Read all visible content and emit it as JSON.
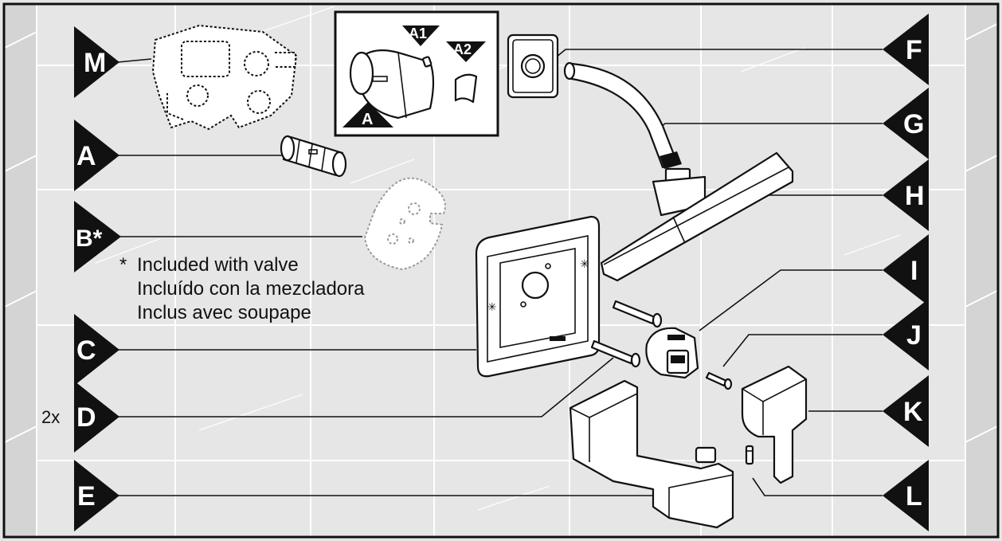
{
  "labels": {
    "M": "M",
    "A": "A",
    "B": "B*",
    "C": "C",
    "D": "D",
    "E": "E",
    "F": "F",
    "G": "G",
    "H": "H",
    "I": "I",
    "J": "J",
    "K": "K",
    "L": "L"
  },
  "inset_labels": {
    "A": "A",
    "A1": "A1",
    "A2": "A2"
  },
  "quantity_note": "2x",
  "footnote": {
    "marker": "*",
    "line1": "Included with valve",
    "line2": "Incluído con la mezcladora",
    "line3": "Inclus avec soupape"
  },
  "part_names": {
    "M": "valve-body",
    "A": "cartridge",
    "B": "plaster-guard",
    "C": "escutcheon-plate",
    "D": "mounting-screws",
    "E": "tub-spout",
    "F": "shower-arm-flange",
    "G": "shower-arm",
    "H": "showerhead",
    "I": "handle-adapter",
    "J": "adapter-screw",
    "K": "lever-handle",
    "L": "handle-set-screw"
  },
  "colors": {
    "background": "#e6e6e6",
    "tile_line": "#ffffff",
    "side_band": "#d4d4d4",
    "border": "#111111",
    "label_triangle": "#111111",
    "label_text": "#ffffff"
  }
}
